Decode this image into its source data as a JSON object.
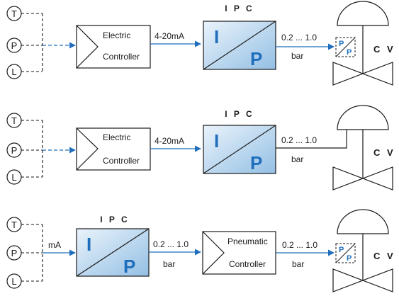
{
  "rows": [
    {
      "sensors": [
        "T",
        "P",
        "L"
      ],
      "controller": {
        "line1": "Electric",
        "line2": "Controller"
      },
      "signal_in": "4-20mA",
      "ipc": {
        "title": "I P C",
        "input": "I",
        "output": "P"
      },
      "pressure": {
        "range": "0.2 ... 1.0",
        "unit": "bar"
      },
      "positioner": {
        "top": "P",
        "bottom": "P"
      },
      "valve": "C V"
    },
    {
      "sensors": [
        "T",
        "P",
        "L"
      ],
      "controller": {
        "line1": "Electric",
        "line2": "Controller"
      },
      "signal_in": "4-20mA",
      "ipc": {
        "title": "I P C",
        "input": "I",
        "output": "P"
      },
      "pressure": {
        "range": "0.2 ... 1.0",
        "unit": "bar"
      },
      "valve": "C V"
    },
    {
      "sensors": [
        "T",
        "P",
        "L"
      ],
      "signal_in": "mA",
      "ipc": {
        "title": "I P C",
        "input": "I",
        "output": "P"
      },
      "pressure1": {
        "range": "0.2 ... 1.0",
        "unit": "bar"
      },
      "controller": {
        "line1": "Pneumatic",
        "line2": "Controller"
      },
      "pressure2": {
        "range": "0.2 ... 1.0",
        "unit": "bar"
      },
      "positioner": {
        "top": "P",
        "bottom": "P"
      },
      "valve": "C V"
    }
  ],
  "colors": {
    "signal_blue": "#1f6ebc",
    "ipc_fill_light": "#e6f1fa",
    "ipc_fill_dark": "#9cc4e6",
    "line": "#1a1a1a"
  }
}
